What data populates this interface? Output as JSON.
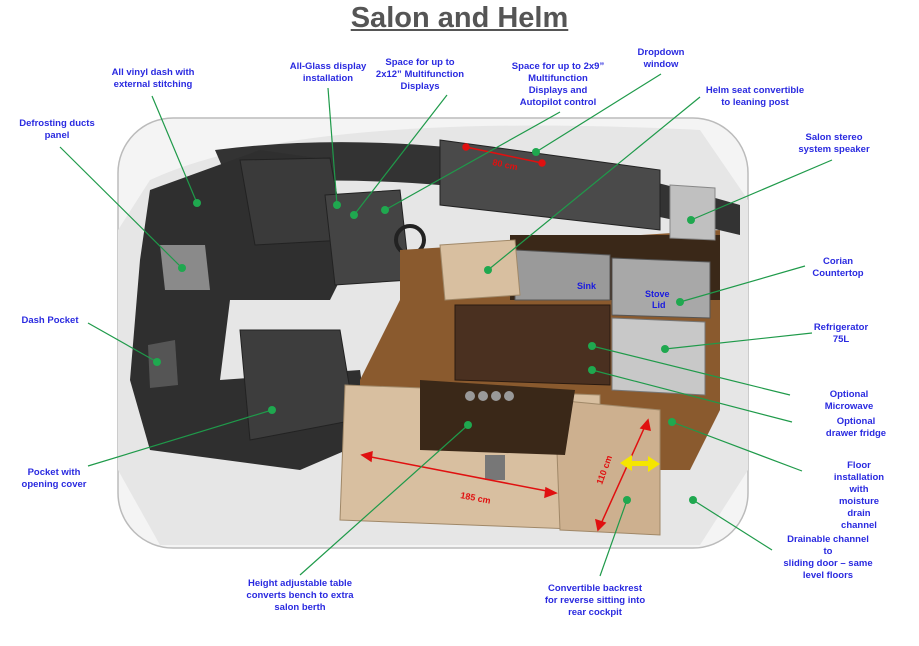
{
  "title": "Salon and Helm",
  "labels": {
    "vinyl_dash": "All vinyl dash with\nexternal stitching",
    "all_glass": "All-Glass display\ninstallation",
    "space_2x12": "Space for up to\n2x12” Multifunction\nDisplays",
    "space_2x9": "Space for up to 2x9”\nMultifunction\nDisplays and\nAutopilot control",
    "dropdown_window": "Dropdown\nwindow",
    "helm_seat": "Helm seat convertible\nto leaning post",
    "stereo": "Salon stereo\nsystem speaker",
    "defrosting": "Defrosting ducts\npanel",
    "corian": "Corian\nCountertop",
    "refrigerator": "Refrigerator\n75L",
    "dash_pocket": "Dash Pocket",
    "microwave": "Optional Microwave",
    "drawer_fridge": "Optional drawer fridge",
    "pocket_cover": "Pocket with\nopening cover",
    "floor": "Floor installation with\nmoisture drain channel",
    "drainable": "Drainable channel to\nsliding door – same\nlevel floors",
    "table": "Height adjustable table\nconverts bench to extra\nsalon berth",
    "backrest": "Convertible backrest\nfor reverse sitting into\nrear cockpit"
  },
  "inner": {
    "sink": "Sink",
    "stove": "Stove",
    "lid": "Lid"
  },
  "measurements": {
    "window": "80 cm",
    "bench": "185 cm",
    "depth": "110 cm"
  },
  "colors": {
    "label": "#2a2ae0",
    "leader": "#1f9a4a",
    "dimension": "#e01010",
    "arrow": "#f5e600"
  }
}
